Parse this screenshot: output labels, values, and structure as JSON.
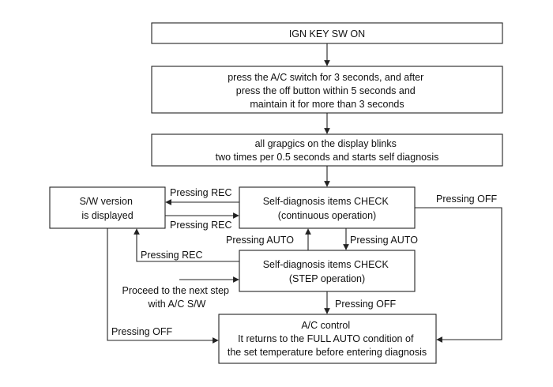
{
  "nodes": {
    "ign": {
      "lines": [
        "IGN KEY SW ON"
      ]
    },
    "press_ac": {
      "lines": [
        "press the A/C switch for 3 seconds, and after",
        "press the off button within 5 seconds and",
        "maintain it for more than 3 seconds"
      ]
    },
    "blinks": {
      "lines": [
        "all grapgics on the display blinks",
        "two times per 0.5 seconds and starts self diagnosis"
      ]
    },
    "sw_version": {
      "lines": [
        "S/W version",
        "is displayed"
      ]
    },
    "continuous": {
      "lines": [
        "Self-diagnosis items CHECK",
        "(continuous operation)"
      ]
    },
    "step": {
      "lines": [
        "Self-diagnosis items CHECK",
        "(STEP operation)"
      ]
    },
    "ac_control": {
      "lines": [
        "A/C control",
        "It returns to the FULL AUTO condition of",
        "the set temperature before entering diagnosis"
      ]
    }
  },
  "edges": {
    "rec_to_sw": "Pressing REC",
    "rec_to_cont": "Pressing REC",
    "off_right": "Pressing OFF",
    "auto_up": "Pressing AUTO",
    "auto_down": "Pressing AUTO",
    "rec_step_to_sw": "Pressing REC",
    "next_step": [
      "Proceed to the next step",
      "with A/C S/W"
    ],
    "off_step": "Pressing OFF",
    "off_sw": "Pressing OFF"
  }
}
